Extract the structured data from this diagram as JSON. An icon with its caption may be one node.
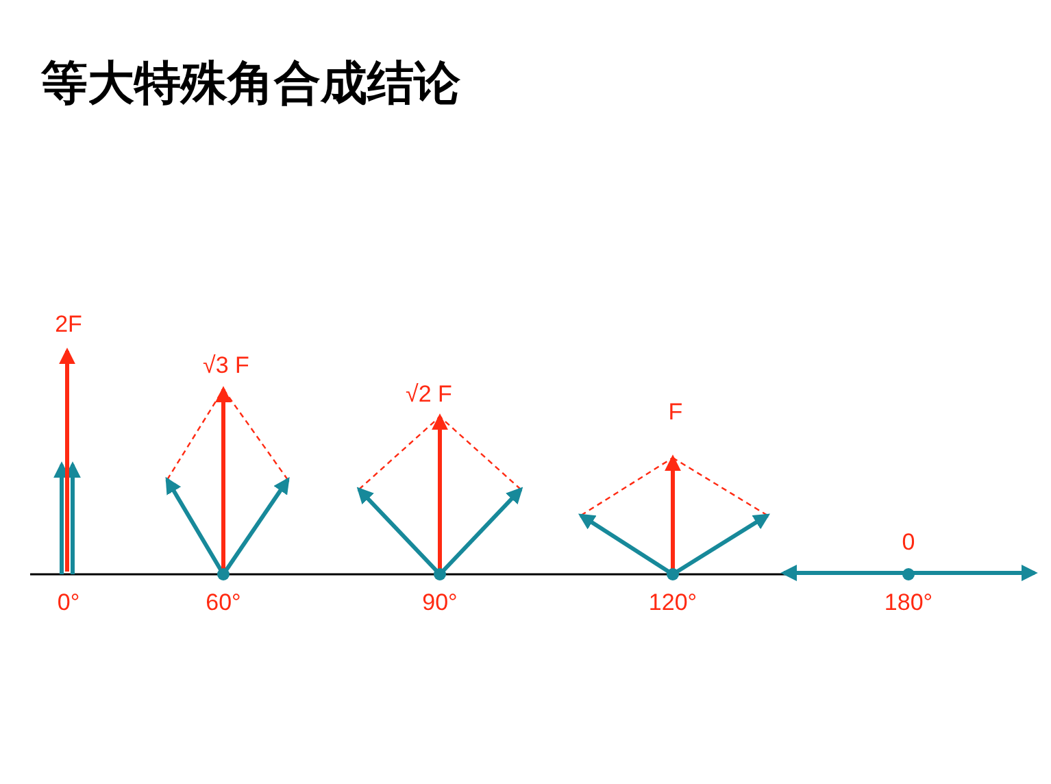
{
  "diagram": {
    "title": "等大特殊角合成结论",
    "labels": [
      "2F",
      "√3 F",
      "√2 F",
      "F",
      "0",
      "0°",
      "60°",
      "90°",
      "120°",
      "180°"
    ]
  }
}
